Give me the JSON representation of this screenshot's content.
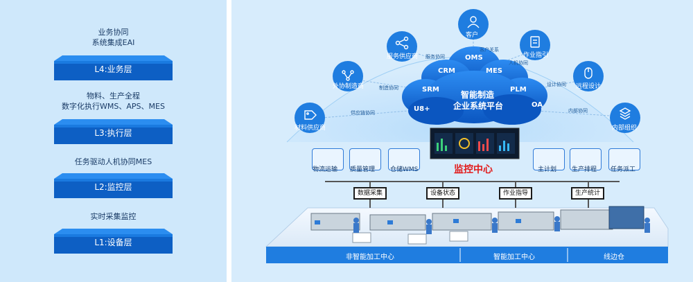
{
  "left": {
    "captions": [
      "业务协同",
      "系统集成EAI",
      "物料、生产全程",
      "数字化执行WMS、APS、MES",
      "任务驱动人机协同MES",
      "实时采集监控"
    ],
    "layers": [
      "L4:业务层",
      "L3:执行层",
      "L2:监控层",
      "L1:设备层"
    ]
  },
  "cloud": {
    "title_line1": "智能制造",
    "title_line2": "企业系统平台",
    "systems": [
      "OMS",
      "CRM",
      "MES",
      "SRM",
      "PLM",
      "U8+",
      "OA"
    ]
  },
  "stakeholders": {
    "customer": "客户",
    "service_supplier": "服务供应商",
    "work_instruction": "作业指引",
    "outsourcing": "外协制造商",
    "remote_design": "远程设计",
    "material_supplier": "材料供应商",
    "internal_org": "内部组织"
  },
  "flows": {
    "customer_relation": "客户关系",
    "service_collab": "服务协同",
    "manufacturing_collab": "制造协同",
    "human_machine": "人机协同",
    "design_collab": "设计协同",
    "supply_collab": "供应链协同",
    "internal_collab": "内部协同"
  },
  "modules": {
    "logistics": "物流运输",
    "quality": "质量管理",
    "warehouse": "仓储WMS",
    "master_plan": "主计划",
    "scheduling": "生产排程",
    "dispatch": "任务派工"
  },
  "monitor_center": "监控中心",
  "signs": [
    "数据采集",
    "设备状态",
    "作业指导",
    "生产统计"
  ],
  "bottom": [
    "非智能加工中心",
    "智能加工中心",
    "线边仓"
  ],
  "colors": {
    "accent": "#1f7de0",
    "dark_blue": "#0d4fa8",
    "monitor_red": "#e21b1b"
  },
  "icons": {
    "customer": "user-icon",
    "service_supplier": "share-icon",
    "work_instruction": "document-icon",
    "outsourcing": "network-icon",
    "remote_design": "mouse-icon",
    "material_supplier": "tag-icon",
    "internal_org": "layers-icon"
  }
}
